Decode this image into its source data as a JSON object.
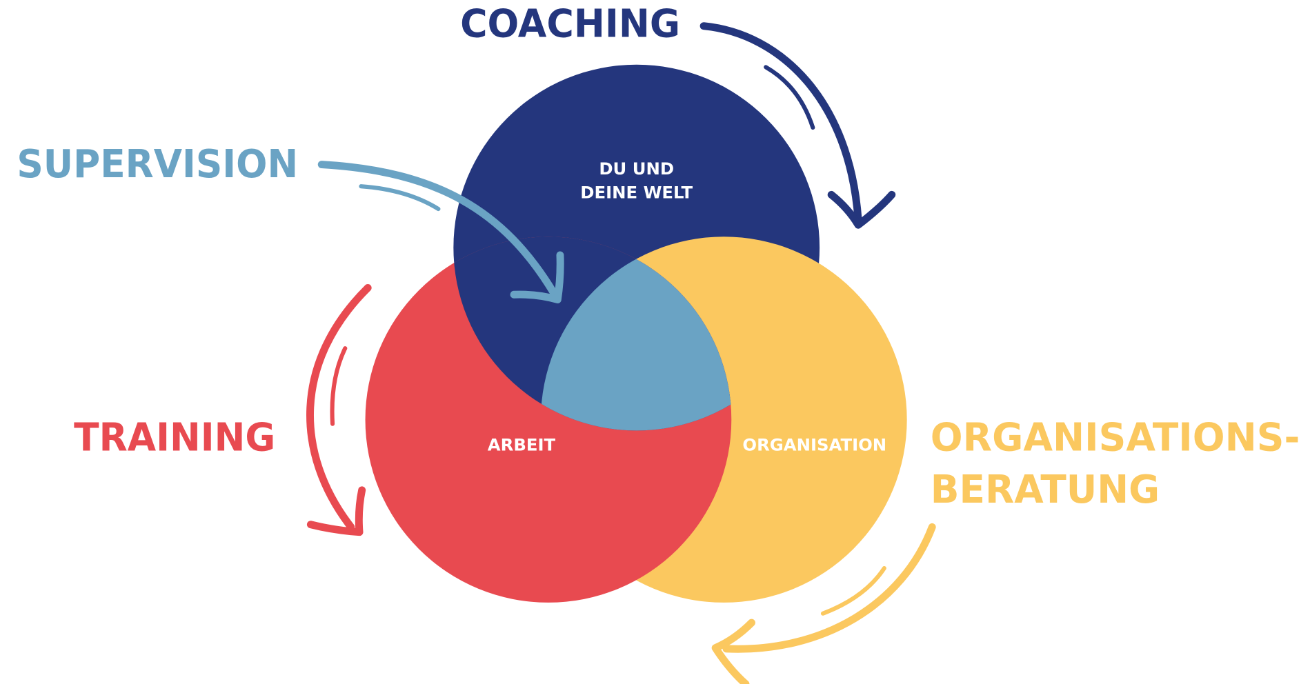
{
  "colors": {
    "coaching": "#24367d",
    "supervision": "#6aa3c4",
    "training": "#e84a50",
    "organisationsberatung": "#fbc85f",
    "inner_text": "#ffffff"
  },
  "outer_labels": {
    "coaching": "COACHING",
    "supervision": "SUPERVISION",
    "training": "TRAINING",
    "organisationsberatung_line1": "ORGANISATIONS-",
    "organisationsberatung_line2": "BERATUNG"
  },
  "circles": {
    "du_und_deine_welt_line1": "DU UND",
    "du_und_deine_welt_line2": "DEINE WELT",
    "arbeit": "ARBEIT",
    "organisation": "ORGANISATION"
  }
}
